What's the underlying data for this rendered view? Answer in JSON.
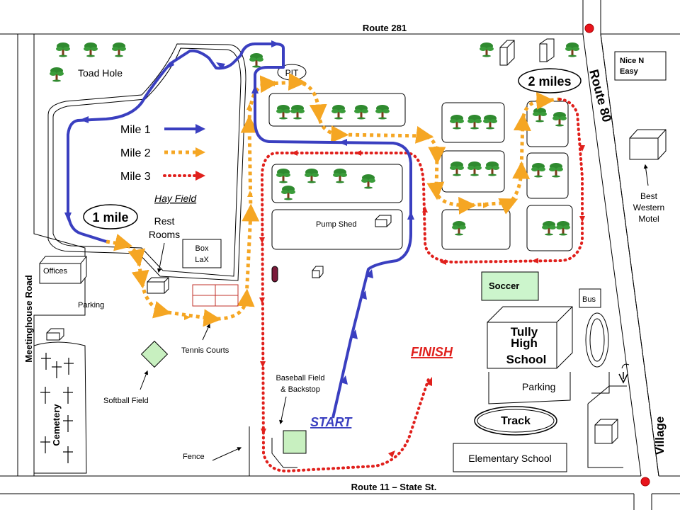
{
  "roads": {
    "top": "Route 281",
    "bottom": "Route 11 – State St.",
    "left": "Meetinghouse Road",
    "right": "Route 80",
    "village": "Village"
  },
  "legend": {
    "mile1": "Mile 1",
    "mile2": "Mile 2",
    "mile3": "Mile 3",
    "mile1_color": "#3a3fc0",
    "mile2_color": "#f5a623",
    "mile3_color": "#e0201c"
  },
  "labels": {
    "toad_hole": "Toad Hole",
    "pit": "PIT",
    "hay_field": "Hay Field",
    "rest_rooms_1": "Rest",
    "rest_rooms_2": "Rooms",
    "box_lax_1": "Box",
    "box_lax_2": "LaX",
    "pump_shed": "Pump Shed",
    "offices": "Offices",
    "parking_left": "Parking",
    "tennis_courts": "Tennis Courts",
    "softball_field": "Softball Field",
    "cemetery": "Cemetery",
    "baseball_1": "Baseball Field",
    "baseball_2": "& Backstop",
    "fence": "Fence",
    "start": "START",
    "finish": "FINISH",
    "soccer": "Soccer",
    "bus": "Bus",
    "school_1": "Tully",
    "school_2": "High",
    "school_3": "School",
    "parking_right": "Parking",
    "track": "Track",
    "elementary": "Elementary School",
    "nice_1": "Nice N",
    "nice_2": "Easy",
    "bw_1": "Best",
    "bw_2": "Western",
    "bw_3": "Motel"
  },
  "markers": {
    "one_mile": "1 mile",
    "two_miles": "2 miles"
  },
  "colors": {
    "soccer": "#ccf5cc",
    "field": "#c8f0c0",
    "tree": "#2f8a2f",
    "trunk": "#7a3b1a",
    "tennis": "#c0302a",
    "red_dot": "#e8141c"
  }
}
